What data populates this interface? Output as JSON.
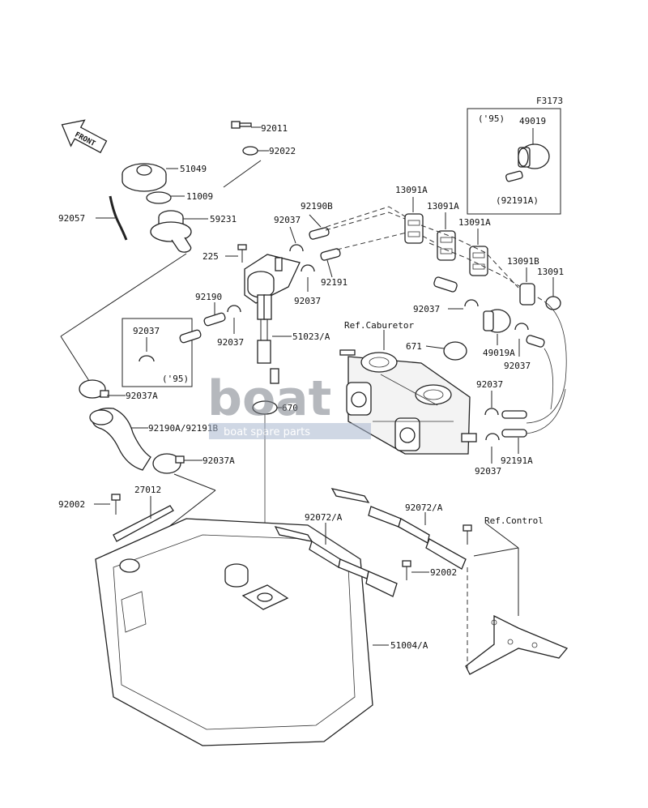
{
  "figure_code": "F3173",
  "front_label": "FRONT",
  "watermark": {
    "brand": "boat",
    "tagline": "boat spare parts"
  },
  "inset_top": {
    "year": "('95)",
    "part_a": "49019",
    "part_b": "(92191A)"
  },
  "inset_left": {
    "year": "('95)",
    "part": "92037"
  },
  "refs": {
    "carburetor": "Ref.Caburetor",
    "control": "Ref.Control"
  },
  "callouts": {
    "c92011": "92011",
    "c92022": "92022",
    "c51049": "51049",
    "c11009": "11009",
    "c92057": "92057",
    "c59231": "59231",
    "c225": "225",
    "c92190B": "92190B",
    "c92037_a": "92037",
    "c92191": "92191",
    "c92037_b": "92037",
    "c13091A_1": "13091A",
    "c13091A_2": "13091A",
    "c13091A_3": "13091A",
    "c13091B": "13091B",
    "c13091": "13091",
    "c92190": "92190",
    "c92037_c": "92037",
    "c51023A": "51023/A",
    "c92037_d": "92037",
    "c49019A": "49019A",
    "c671": "671",
    "c92037_e": "92037",
    "c92037_f": "92037",
    "c670": "670",
    "c92037A_1": "92037A",
    "c92190A": "92190A/92191B",
    "c92037A_2": "92037A",
    "c92191A": "92191A",
    "c92037_g": "92037",
    "c92002_a": "92002",
    "c27012": "27012",
    "c92072A_1": "92072/A",
    "c92072A_2": "92072/A",
    "c92002_b": "92002",
    "c51004A": "51004/A"
  }
}
